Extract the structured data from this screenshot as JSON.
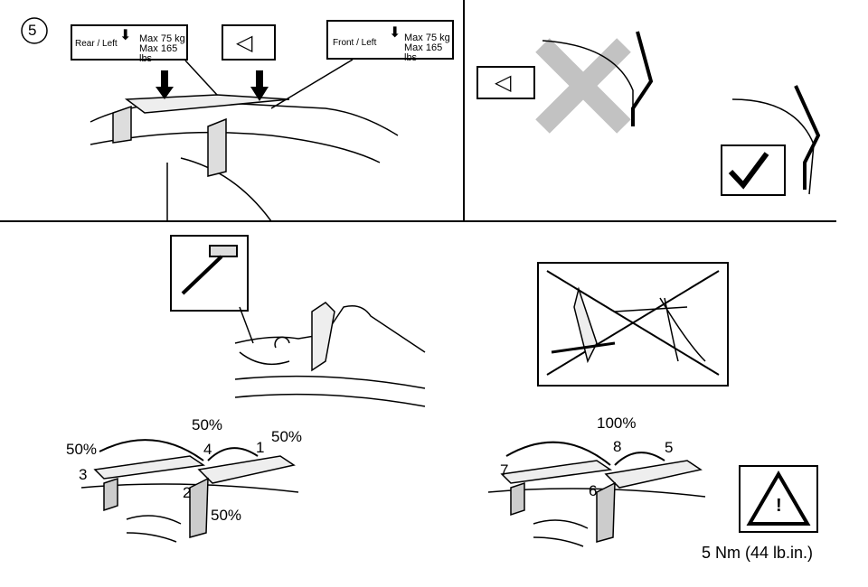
{
  "step_number": "5",
  "rear_label": {
    "position": "Rear / Left",
    "max_kg": "Max 75 kg",
    "max_lbs": "Max 165 lbs"
  },
  "front_label": {
    "position": "Front / Left",
    "max_kg": "Max 75 kg",
    "max_lbs": "Max 165 lbs"
  },
  "left_sequence": {
    "pct_3": "50%",
    "pct_4": "50%",
    "pct_1": "50%",
    "pct_2": "50%",
    "n1": "1",
    "n2": "2",
    "n3": "3",
    "n4": "4"
  },
  "right_sequence": {
    "pct": "100%",
    "n5": "5",
    "n6": "6",
    "n7": "7",
    "n8": "8"
  },
  "torque": "5 Nm (44 lb.in.)",
  "warning_symbol": "!"
}
